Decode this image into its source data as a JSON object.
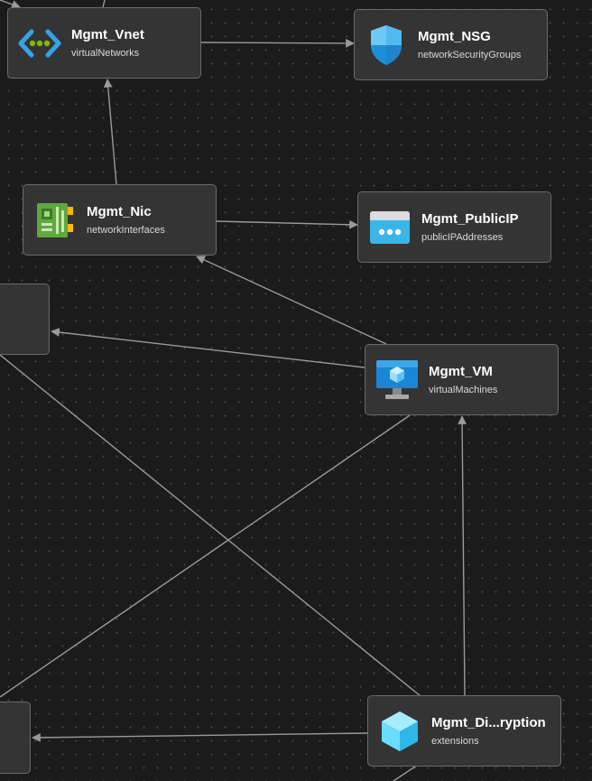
{
  "nodes": {
    "vnet": {
      "title": "Mgmt_Vnet",
      "type": "virtualNetworks",
      "icon": "virtual-network-icon"
    },
    "nsg": {
      "title": "Mgmt_NSG",
      "type": "networkSecurityGroups",
      "icon": "shield-icon"
    },
    "nic": {
      "title": "Mgmt_Nic",
      "type": "networkInterfaces",
      "icon": "network-interface-icon"
    },
    "publicip": {
      "title": "Mgmt_PublicIP",
      "type": "publicIPAddresses",
      "icon": "public-ip-icon"
    },
    "vm": {
      "title": "Mgmt_VM",
      "type": "virtualMachines",
      "icon": "virtual-machine-icon"
    },
    "extension": {
      "title": "Mgmt_Di...ryption",
      "type": "extensions",
      "icon": "extension-cube-icon"
    }
  },
  "colors": {
    "canvas": "#1b1b1b",
    "grid_dot": "#4a4a4a",
    "node_fill": "#343434",
    "node_border": "#6a6a6a",
    "edge": "#9a9a9a",
    "azure_blue": "#1490df",
    "nic_green": "#5ea83e",
    "vnet_green": "#7fba00"
  }
}
